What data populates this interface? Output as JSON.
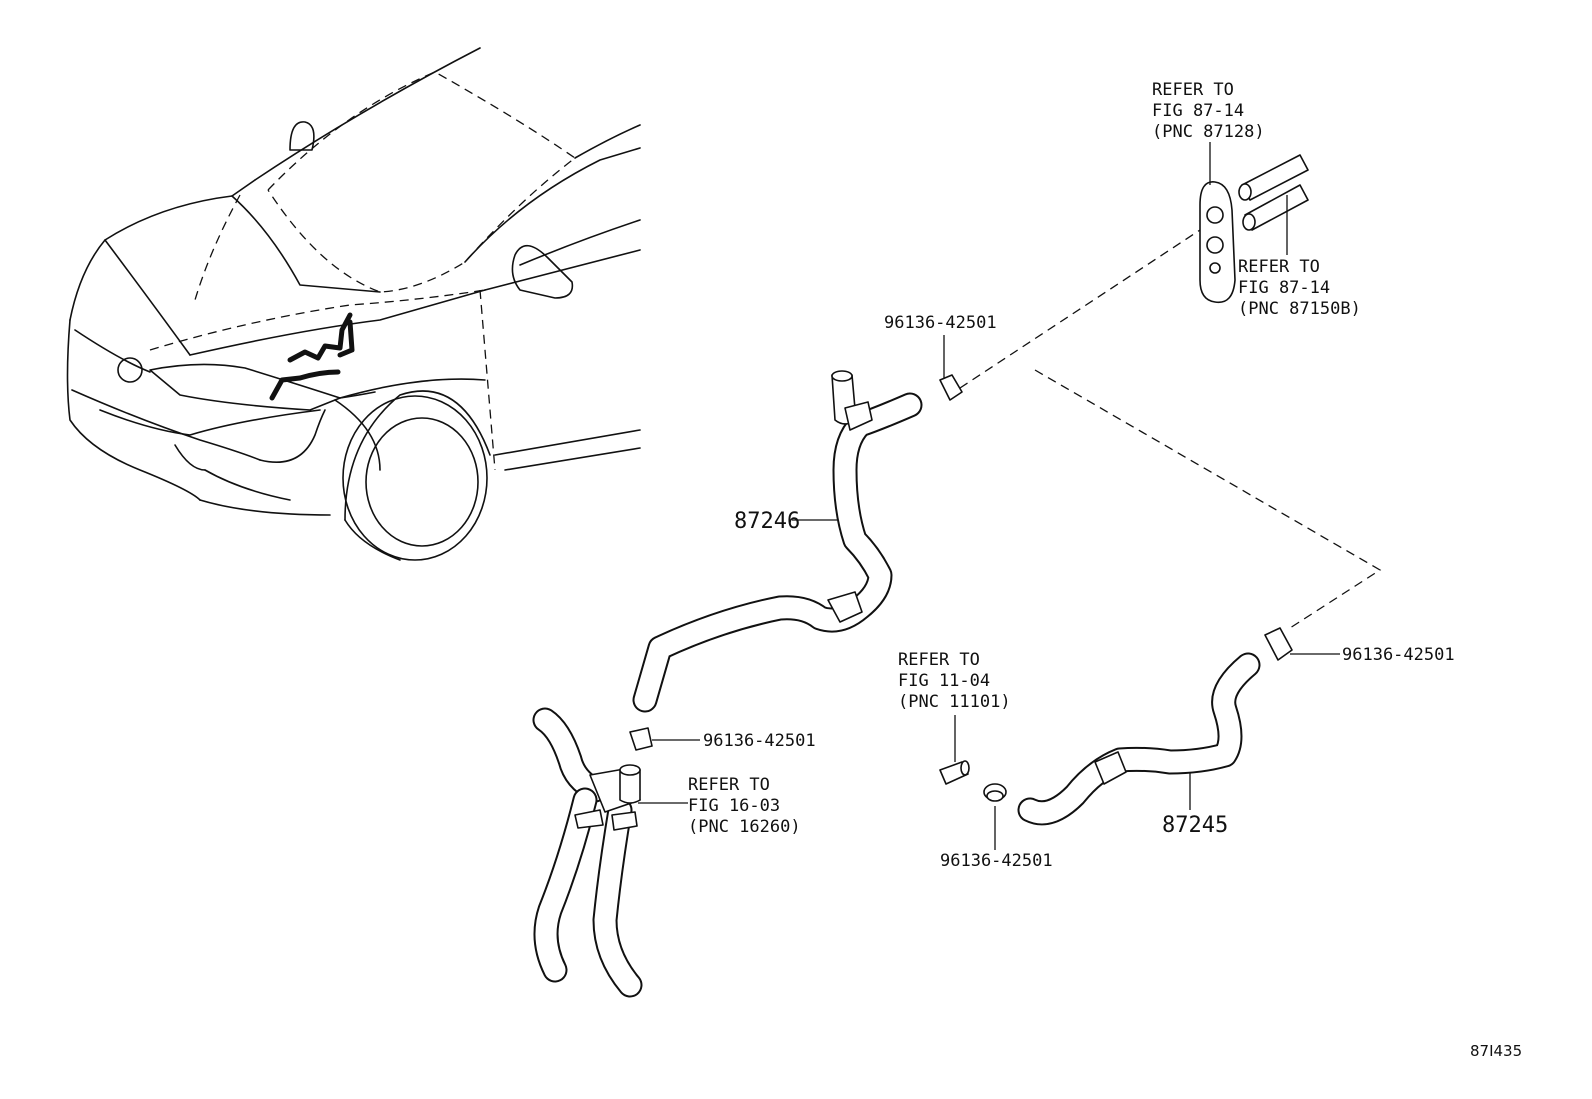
{
  "parts": {
    "hose_87246": "87246",
    "hose_87245": "87245",
    "clamp_top": "96136-42501",
    "clamp_right": "96136-42501",
    "clamp_left": "96136-42501",
    "clamp_bottom": "96136-42501"
  },
  "references": {
    "top_grommet": [
      "REFER TO",
      "FIG 87-14",
      "(PNC 87128)"
    ],
    "top_pipes": [
      "REFER TO",
      "FIG 87-14",
      "(PNC 87150B)"
    ],
    "engine_outlet": [
      "REFER TO",
      "FIG 11-04",
      "(PNC 11101)"
    ],
    "valve": [
      "REFER TO",
      "FIG 16-03",
      "(PNC 16260)"
    ]
  },
  "figure_code": "87I435"
}
